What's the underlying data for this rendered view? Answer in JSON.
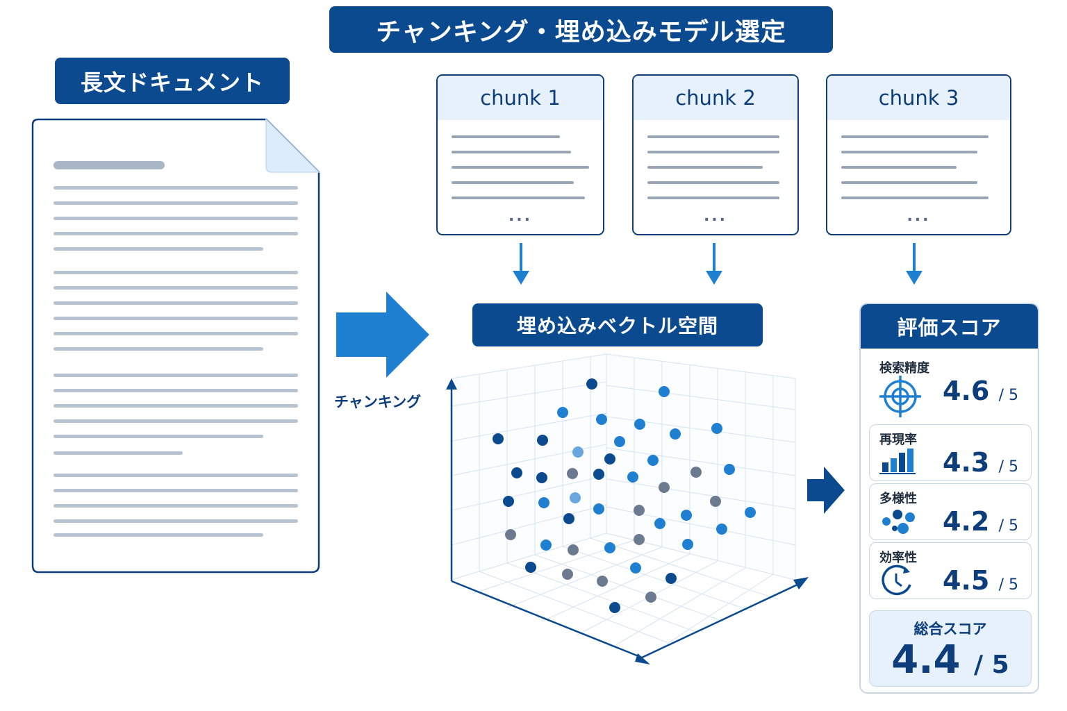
{
  "title": "チャンキング・埋め込みモデル選定",
  "document": {
    "title": "長文ドキュメント"
  },
  "chunking_label": "チャンキング",
  "chunks": [
    {
      "label": "chunk 1",
      "ellipsis": "..."
    },
    {
      "label": "chunk 2",
      "ellipsis": "..."
    },
    {
      "label": "chunk 3",
      "ellipsis": "..."
    }
  ],
  "vector_space": {
    "title": "埋め込みベクトル空間"
  },
  "scores": {
    "title": "評価スコア",
    "denominator": "/ 5",
    "metrics": [
      {
        "label": "検索精度",
        "value": "4.6",
        "icon": "target-icon"
      },
      {
        "label": "再現率",
        "value": "4.3",
        "icon": "bar-chart-icon"
      },
      {
        "label": "多様性",
        "value": "4.2",
        "icon": "dots-cluster-icon"
      },
      {
        "label": "効率性",
        "value": "4.5",
        "icon": "clock-icon"
      }
    ],
    "total": {
      "label": "総合スコア",
      "value": "4.4"
    }
  },
  "colors": {
    "primary": "#0b4a8f",
    "accent": "#1f7fd1",
    "light": "#e6f1fb",
    "gray": "#b8c3d1"
  }
}
